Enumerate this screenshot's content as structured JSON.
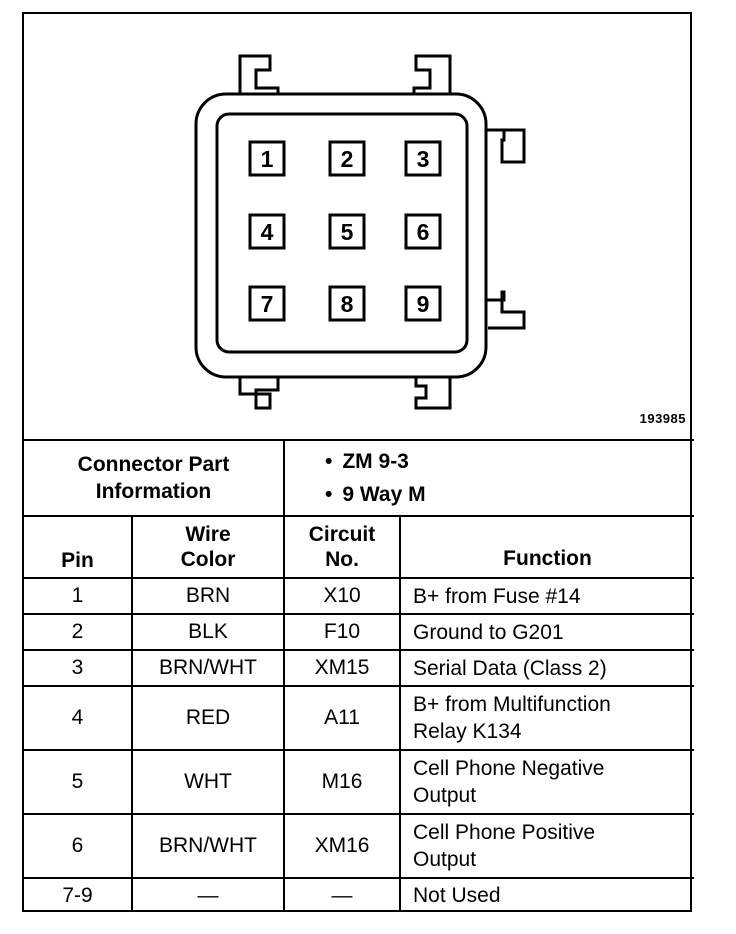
{
  "figure_id": "193985",
  "connector": {
    "pins": [
      "1",
      "2",
      "3",
      "4",
      "5",
      "6",
      "7",
      "8",
      "9"
    ]
  },
  "part_info": {
    "label_line1": "Connector Part",
    "label_line2": "Information",
    "bullets": [
      "ZM 9-3",
      "9 Way M"
    ]
  },
  "table": {
    "headers": {
      "pin": "Pin",
      "wire_color_line1": "Wire",
      "wire_color_line2": "Color",
      "circuit_line1": "Circuit",
      "circuit_line2": "No.",
      "function": "Function"
    },
    "rows": [
      {
        "pin": "1",
        "wire": "BRN",
        "circuit": "X10",
        "function_line1": "B+ from Fuse #14",
        "function_line2": ""
      },
      {
        "pin": "2",
        "wire": "BLK",
        "circuit": "F10",
        "function_line1": "Ground to G201",
        "function_line2": ""
      },
      {
        "pin": "3",
        "wire": "BRN/WHT",
        "circuit": "XM15",
        "function_line1": "Serial Data (Class 2)",
        "function_line2": ""
      },
      {
        "pin": "4",
        "wire": "RED",
        "circuit": "A11",
        "function_line1": "B+ from Multifunction",
        "function_line2": "Relay K134"
      },
      {
        "pin": "5",
        "wire": "WHT",
        "circuit": "M16",
        "function_line1": "Cell Phone Negative",
        "function_line2": "Output"
      },
      {
        "pin": "6",
        "wire": "BRN/WHT",
        "circuit": "XM16",
        "function_line1": "Cell Phone Positive",
        "function_line2": "Output"
      },
      {
        "pin": "7-9",
        "wire": "—",
        "circuit": "—",
        "function_line1": "Not Used",
        "function_line2": ""
      }
    ]
  }
}
